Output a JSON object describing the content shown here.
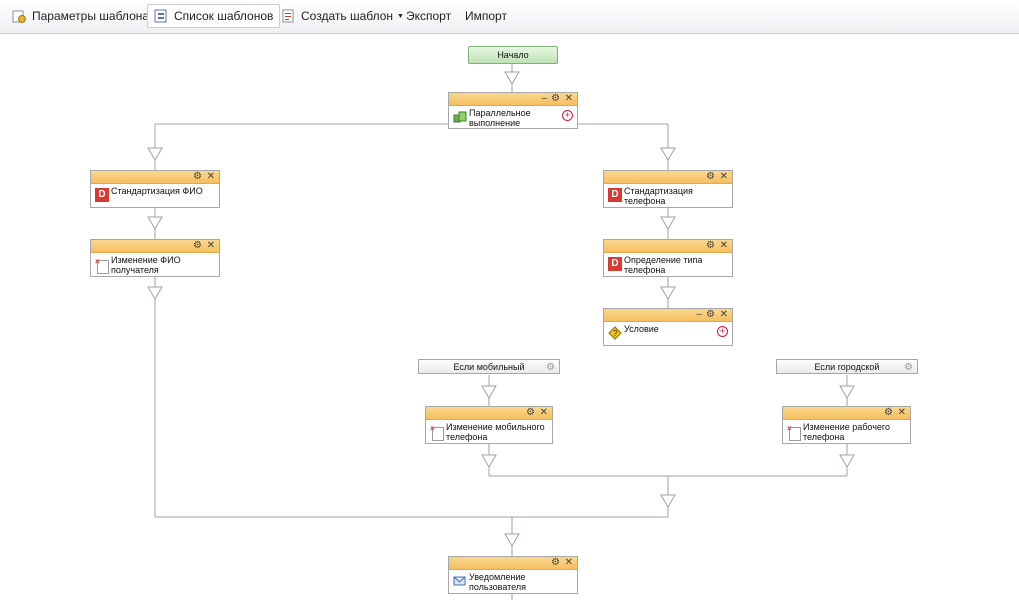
{
  "toolbar": {
    "params": "Параметры шаблона",
    "list": "Список шаблонов",
    "create": "Создать шаблон",
    "export": "Экспорт",
    "import": "Импорт"
  },
  "diagram": {
    "start": "Начало",
    "parallel": [
      "Параллельное",
      "выполнение"
    ],
    "std_fio": "Стандартизация ФИО",
    "change_fio": [
      "Изменение ФИО",
      "получателя"
    ],
    "std_phone": "Стандартизация телефона",
    "phone_type": [
      "Определение типа",
      "телефона"
    ],
    "condition": "Условие",
    "if_mobile": "Если мобильный",
    "if_city": "Если городской",
    "change_mobile": [
      "Изменение мобильного",
      "телефона"
    ],
    "change_work": [
      "Изменение рабочего",
      "телефона"
    ],
    "notify": "Уведомление пользователя"
  },
  "controls": {
    "minimize": "–",
    "settings": "⚙",
    "close": "✕",
    "add": "+"
  },
  "icons": {
    "params": "template-settings-icon",
    "list": "template-list-icon",
    "create": "create-template-icon",
    "dropdown": "dropdown-caret-icon"
  },
  "colors": {
    "node_header": "#f5bf5f",
    "start_fill": "#bfe3b6",
    "connector": "#9aa3ae",
    "d_icon": "#d83a32"
  }
}
